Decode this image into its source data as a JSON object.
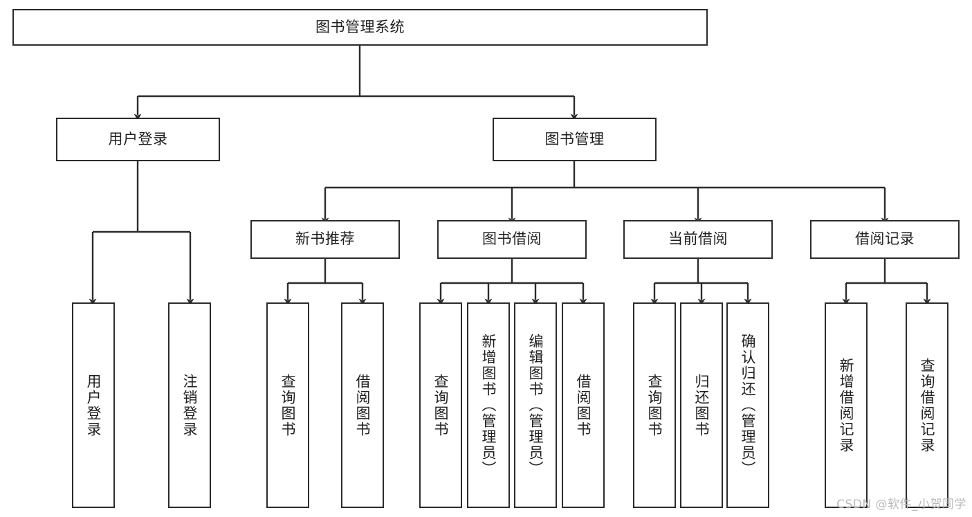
{
  "diagram": {
    "title": "图书管理系统",
    "type": "tree-structure-chart",
    "colors": {
      "stroke": "#2b2b2b",
      "fill": "#ffffff",
      "text": "#1f1f1f",
      "watermark": "#b9b9b9"
    },
    "watermark": "CSDN @软件_小贺同学"
  },
  "nodes": {
    "root": {
      "label": "图书管理系统"
    },
    "level2": [
      {
        "id": "user-login",
        "label": "用户登录"
      },
      {
        "id": "book-management",
        "label": "图书管理"
      }
    ],
    "level3": [
      {
        "id": "new-book-recommend",
        "label": "新书推荐"
      },
      {
        "id": "book-borrow",
        "label": "图书借阅"
      },
      {
        "id": "current-borrow",
        "label": "当前借阅"
      },
      {
        "id": "borrow-record",
        "label": "借阅记录"
      }
    ],
    "leaves": {
      "user_login": [
        {
          "id": "leaf-user-login",
          "label": "用户登录"
        },
        {
          "id": "leaf-logout",
          "label": "注销登录"
        }
      ],
      "new_book_recommend": [
        {
          "id": "leaf-query-book-1",
          "label": "查询图书"
        },
        {
          "id": "leaf-borrow-book-1",
          "label": "借阅图书"
        }
      ],
      "book_borrow": [
        {
          "id": "leaf-query-book-2",
          "label": "查询图书"
        },
        {
          "id": "leaf-add-book",
          "label": "新增图书（管理员）"
        },
        {
          "id": "leaf-edit-book",
          "label": "编辑图书（管理员）"
        },
        {
          "id": "leaf-borrow-book-2",
          "label": "借阅图书"
        }
      ],
      "current_borrow": [
        {
          "id": "leaf-query-book-3",
          "label": "查询图书"
        },
        {
          "id": "leaf-return-book",
          "label": "归还图书"
        },
        {
          "id": "leaf-confirm-return",
          "label": "确认归还（管理员）"
        }
      ],
      "borrow_record": [
        {
          "id": "leaf-add-record",
          "label": "新增借阅记录"
        },
        {
          "id": "leaf-query-record",
          "label": "查询借阅记录"
        }
      ]
    }
  }
}
